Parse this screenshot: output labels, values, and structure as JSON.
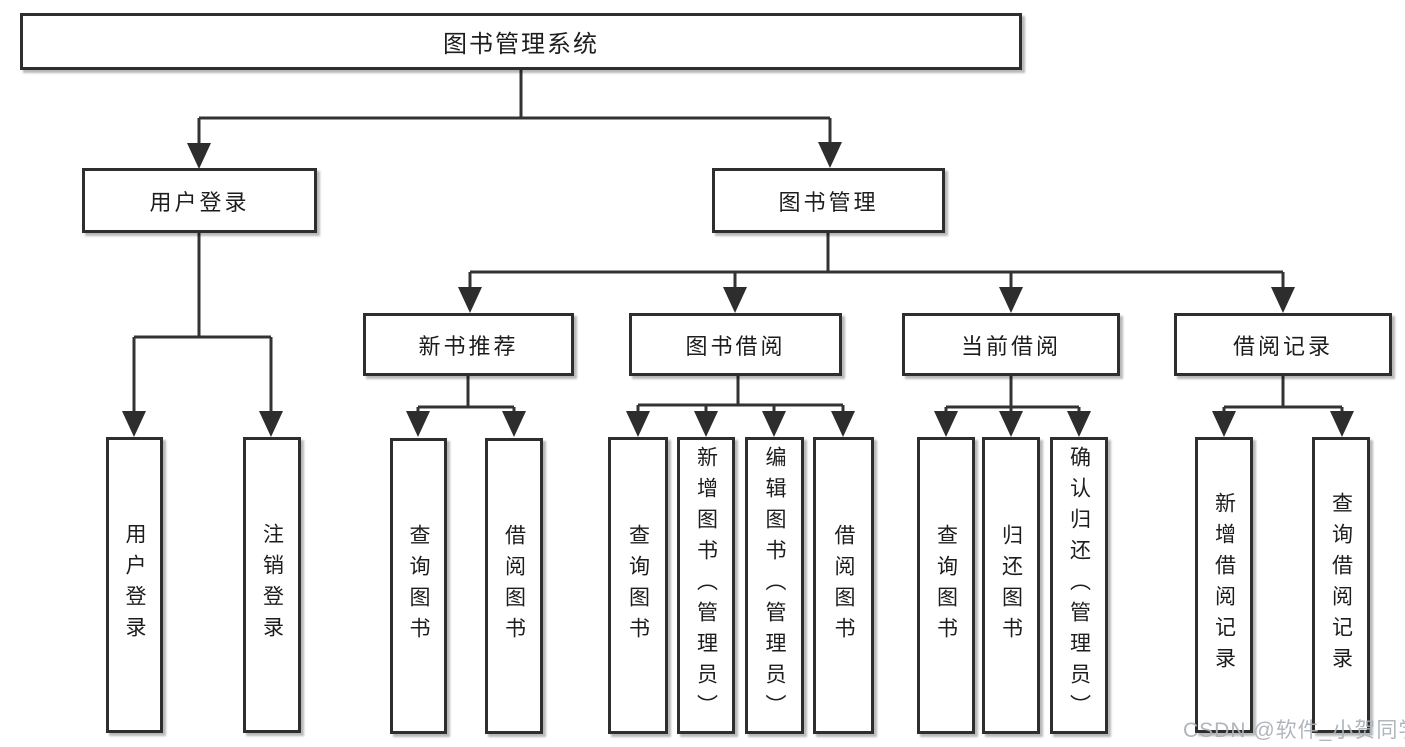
{
  "tree": {
    "label": "图书管理系统",
    "children": [
      {
        "label": "用户登录",
        "children": [
          {
            "label": "用户登录"
          },
          {
            "label": "注销登录"
          }
        ]
      },
      {
        "label": "图书管理",
        "children": [
          {
            "label": "新书推荐",
            "children": [
              {
                "label": "查询图书"
              },
              {
                "label": "借阅图书"
              }
            ]
          },
          {
            "label": "图书借阅",
            "children": [
              {
                "label": "查询图书"
              },
              {
                "label": "新增图书（管理员）"
              },
              {
                "label": "编辑图书（管理员）"
              },
              {
                "label": "借阅图书"
              }
            ]
          },
          {
            "label": "当前借阅",
            "children": [
              {
                "label": "查询图书"
              },
              {
                "label": "归还图书"
              },
              {
                "label": "确认归还（管理员）"
              }
            ]
          },
          {
            "label": "借阅记录",
            "children": [
              {
                "label": "新增借阅记录"
              },
              {
                "label": "查询借阅记录"
              }
            ]
          }
        ]
      }
    ]
  },
  "watermark": {
    "text": "CSDN @软件_小贺同学"
  },
  "colors": {
    "box_border": "#2e2e2e",
    "connector_line": "#333333",
    "arrowhead": "#2d2d2d",
    "text": "#1d1d1d",
    "watermark": "#acb2b8",
    "background": "#ffffff"
  }
}
